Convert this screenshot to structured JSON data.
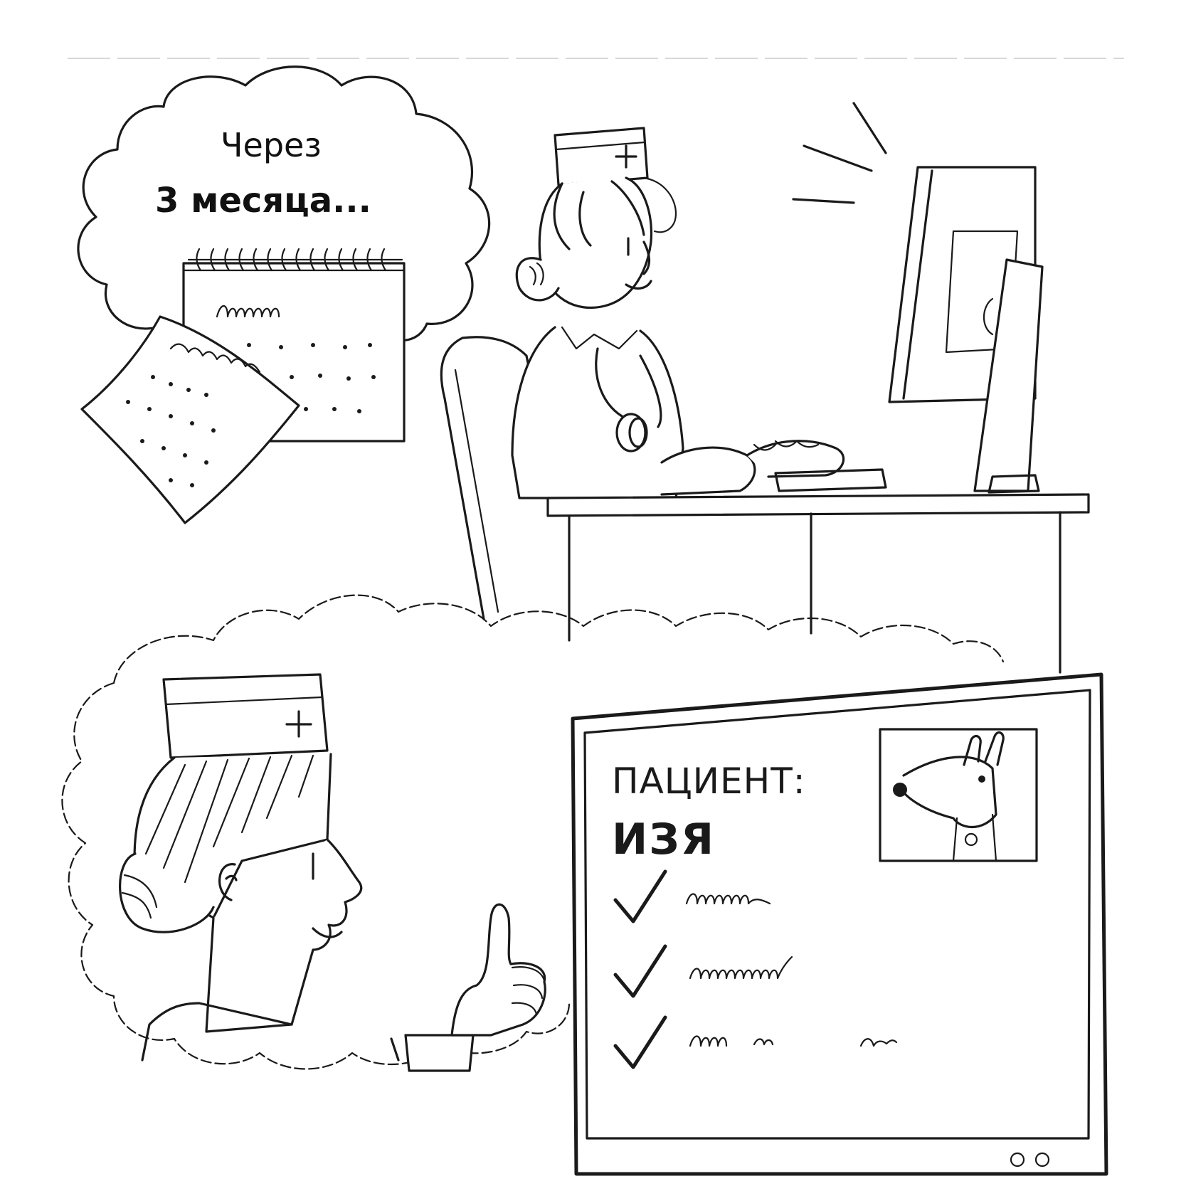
{
  "thought_bubble": {
    "line1": "Через",
    "line2": "3 месяца..."
  },
  "patient_screen": {
    "label": "ПАЦИЕНТ:",
    "name": "ИЗЯ",
    "checklist_count": 3
  },
  "icons": {
    "calendar": "calendar-icon",
    "doctor_cap_cross": "medical-cross-icon",
    "dog_portrait": "dog-avatar-icon",
    "checkmark": "checkmark-icon"
  },
  "colors": {
    "ink": "#1a1a1a",
    "paper": "#ffffff"
  }
}
